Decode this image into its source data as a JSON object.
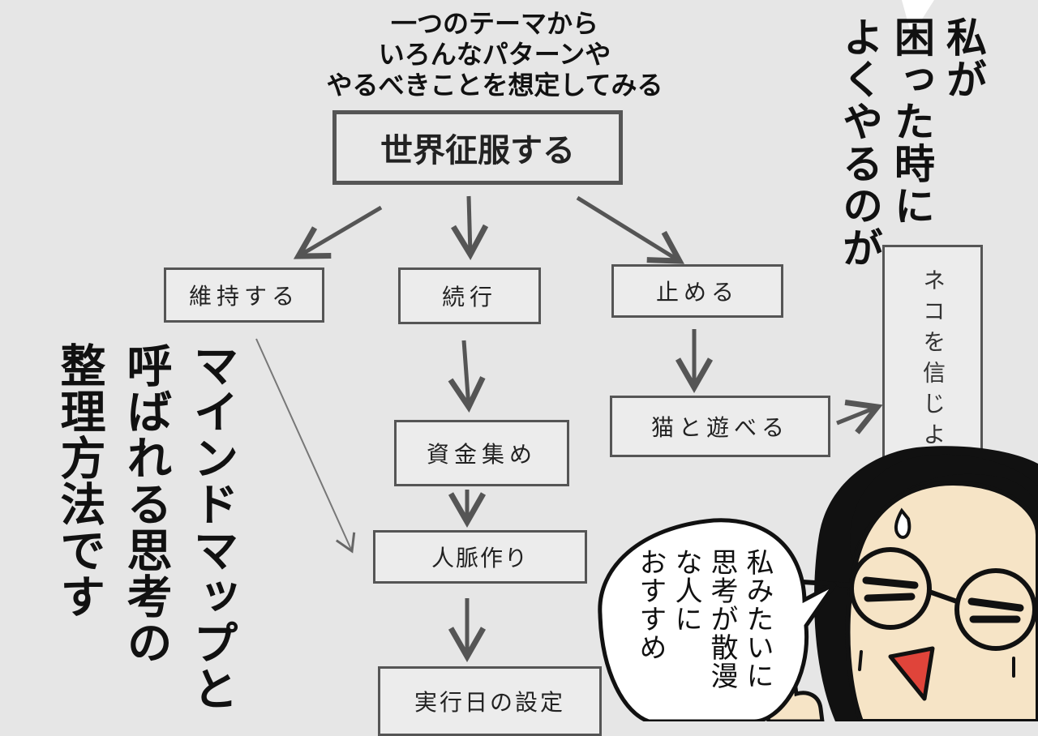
{
  "caption": {
    "line1": "一つのテーマから",
    "line2": "いろんなパターンや",
    "line3": "やるべきことを想定してみる"
  },
  "right_vertical": {
    "col1": "私が",
    "col2": "困った時に",
    "col3": "よくやるのが"
  },
  "left_vertical": {
    "col1": "マインドマップと",
    "col2": "呼ばれる思考の",
    "col3": "整理方法です"
  },
  "mindmap": {
    "root": "世界征服する",
    "maintain": "維持する",
    "continue": "続行",
    "stop": "止める",
    "funds": "資金集め",
    "network": "人脈作り",
    "date": "実行日の設定",
    "play_cat": "猫と遊べる",
    "believe_cat": "ネコを信じよ"
  },
  "speech_bubble": {
    "col1": "私みたいに",
    "col2": "思考が散漫",
    "col3": "な人に",
    "col4": "おすすめ"
  },
  "colors": {
    "background": "#e6e6e6",
    "line": "#555555",
    "skin": "#f6e4c6",
    "hair": "#111111",
    "mouth": "#e0443a"
  }
}
